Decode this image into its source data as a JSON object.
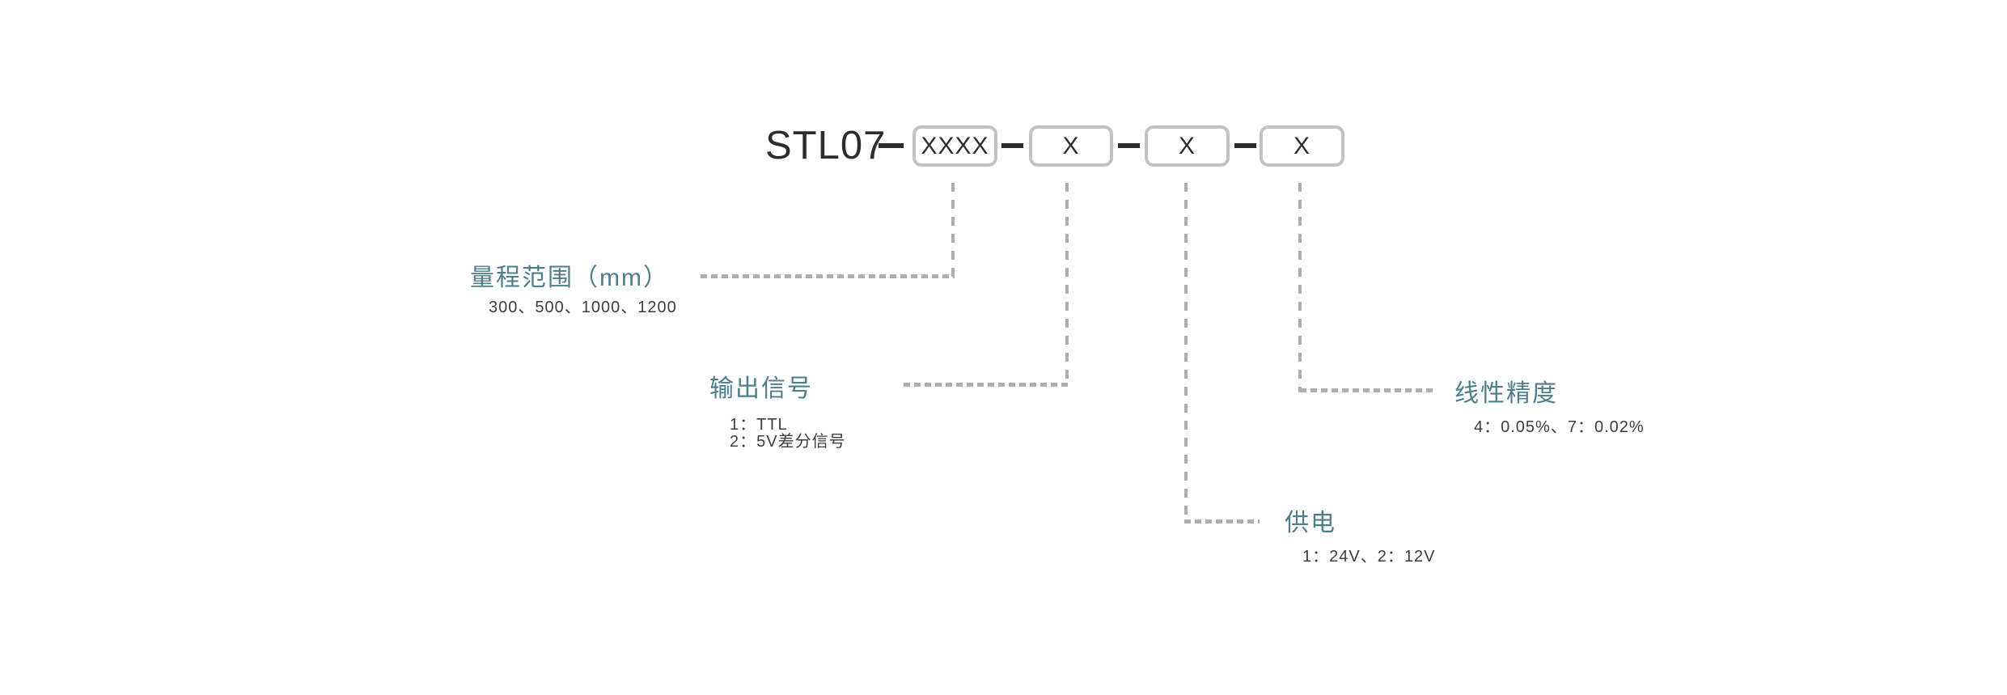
{
  "model_code": {
    "prefix": "STL07",
    "segments": [
      {
        "value": "XXXX"
      },
      {
        "value": "X"
      },
      {
        "value": "X"
      },
      {
        "value": "X"
      }
    ]
  },
  "callouts": [
    {
      "id": "range",
      "label": "量程范围（mm）",
      "options": [
        "300、500、1000、1200"
      ]
    },
    {
      "id": "output-signal",
      "label": "输出信号",
      "options": [
        "1：TTL",
        "2：5V差分信号"
      ]
    },
    {
      "id": "power-supply",
      "label": "供电",
      "options": [
        "1：24V、2：12V"
      ]
    },
    {
      "id": "linearity",
      "label": "线性精度",
      "options": [
        "4：0.05%、7：0.02%"
      ]
    }
  ],
  "colors": {
    "background": "#ffffff",
    "accent_teal": "#4f7e8b",
    "text_dark": "#2d2d2d",
    "sub_text": "#3d3d3d",
    "box_border": "#c4c2c0",
    "dash_gray": "#b3ada9",
    "connector_black": "#2b2b2b"
  }
}
